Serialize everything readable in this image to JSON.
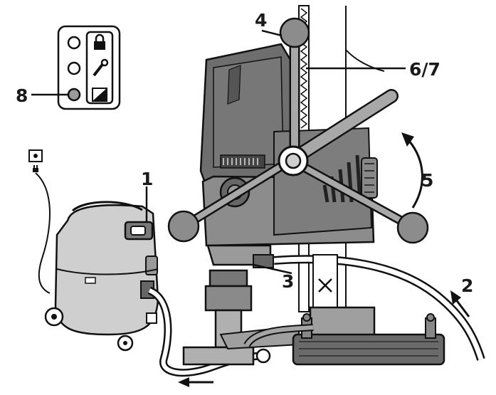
{
  "labels": {
    "l1": "1",
    "l2": "2",
    "l3": "3",
    "l4": "4",
    "l5": "5",
    "l67": "6/7",
    "l8": "8"
  },
  "icons": {
    "panel": [
      "lock-icon",
      "wrench-icon",
      "brush-wear-icon"
    ],
    "outlet": "power-outlet-icon",
    "plug": "power-plug-icon"
  },
  "colors": {
    "housing": "#6e6e6e",
    "body": "#8c8c8c",
    "light": "#b9b9b9",
    "outline": "#111111"
  }
}
